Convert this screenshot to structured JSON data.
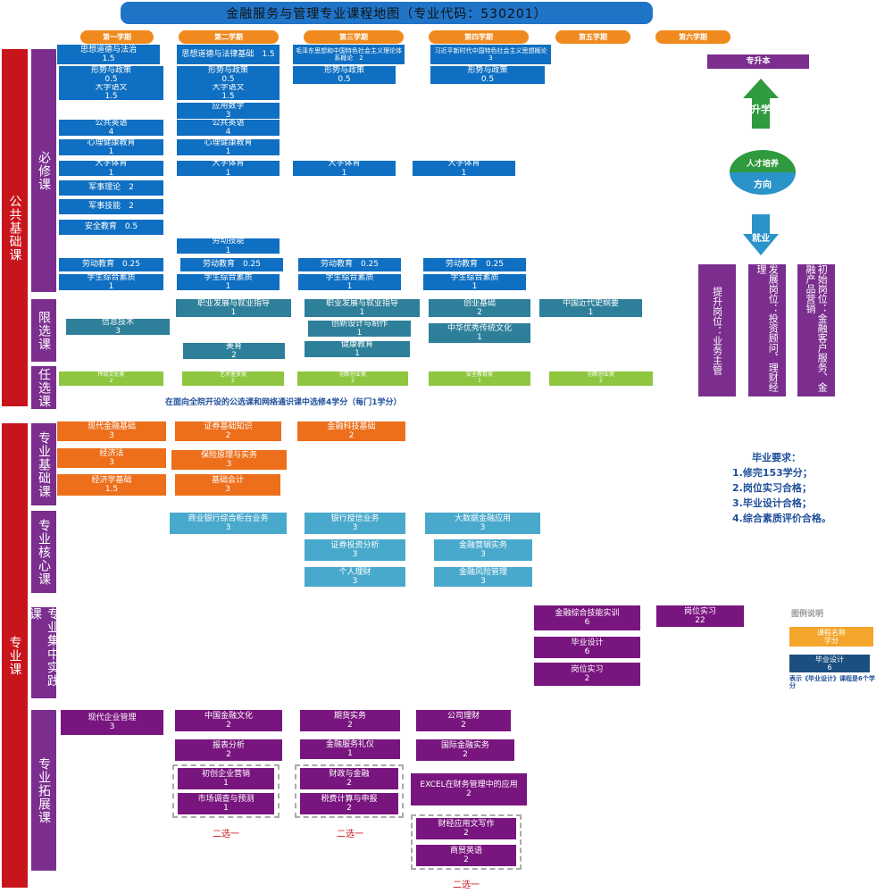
{
  "title": "金融服务与管理专业课程地图（专业代码：530201）",
  "semesters": [
    "第一学期",
    "第二学期",
    "第三学期",
    "第四学期",
    "第五学期",
    "第六学期"
  ],
  "side": {
    "public": "公共基础课",
    "required": "必修课",
    "limited": "限选课",
    "elective": "任选课",
    "major": "专业课",
    "foundation": "专业基础课",
    "core": "专业核心课",
    "practice": "专业集中实践课",
    "extension": "专业拓展课"
  },
  "public_boxes": [
    {
      "t": "思想道德与法治\n1.5"
    },
    {
      "t": "思想道德与法律基础　1.5"
    },
    {
      "t": "毛泽东思想和中国特色社会主义理论体系概论　2"
    },
    {
      "t": "习近平新时代中国特色社会主义思想概论　3"
    },
    {
      "t": "形势与政策\n0.5"
    },
    {
      "t": "形势与政策\n0.5"
    },
    {
      "t": "形势与政策\n0.5"
    },
    {
      "t": "形势与政策\n0.5"
    },
    {
      "t": "大学语文\n1.5"
    },
    {
      "t": "大学语文\n1.5"
    },
    {
      "t": "应用数学\n3"
    },
    {
      "t": "公共英语\n4"
    },
    {
      "t": "公共英语\n4"
    },
    {
      "t": "心理健康教育\n1"
    },
    {
      "t": "心理健康教育\n1"
    },
    {
      "t": "大学体育\n1"
    },
    {
      "t": "大学体育\n1"
    },
    {
      "t": "大学体育\n1"
    },
    {
      "t": "大学体育\n1"
    },
    {
      "t": "军事理论　2"
    },
    {
      "t": "军事技能　2"
    },
    {
      "t": "安全教育　0.5"
    },
    {
      "t": "劳动技能\n1"
    },
    {
      "t": "劳动教育　0.25"
    },
    {
      "t": "劳动教育　0.25"
    },
    {
      "t": "劳动教育　0.25"
    },
    {
      "t": "劳动教育　0.25"
    },
    {
      "t": "学生综合素质\n1"
    },
    {
      "t": "学生综合素质\n1"
    },
    {
      "t": "学生综合素质\n1"
    },
    {
      "t": "学生综合素质\n1"
    }
  ],
  "limited_boxes": [
    {
      "t": "信息技术\n3"
    },
    {
      "t": "职业发展与就业指导\n1"
    },
    {
      "t": "职业发展与就业指导\n1"
    },
    {
      "t": "创业基础\n2"
    },
    {
      "t": "中国近代史纲要\n1"
    },
    {
      "t": "创新设计与制作\n1"
    },
    {
      "t": "中华优秀传统文化\n1"
    },
    {
      "t": "美育\n2"
    },
    {
      "t": "健康教育\n1"
    }
  ],
  "elective_boxes": [
    {
      "t": "传统文化类\n2"
    },
    {
      "t": "艺术鉴赏类\n2"
    },
    {
      "t": "创新创业类\n2"
    },
    {
      "t": "安全教育类\n1"
    },
    {
      "t": "创新创业类\n2"
    }
  ],
  "elective_note": "在面向全院开设的公选课和网络通识课中选修4学分（每门1学分）",
  "foundation_boxes": [
    {
      "t": "现代金融基础\n3"
    },
    {
      "t": "证券基础知识\n2"
    },
    {
      "t": "金融科技基础\n2"
    },
    {
      "t": "经济法\n3"
    },
    {
      "t": "保险原理与实务\n3"
    },
    {
      "t": "经济学基础\n1.5"
    },
    {
      "t": "基础会计\n3"
    }
  ],
  "core_boxes": [
    {
      "t": "商业银行综合柜台业务\n3"
    },
    {
      "t": "银行授信业务\n3"
    },
    {
      "t": "大数据金融应用\n3"
    },
    {
      "t": "证券投资分析\n3"
    },
    {
      "t": "金融营销实务\n3"
    },
    {
      "t": "个人理财\n3"
    },
    {
      "t": "金融风险管理\n3"
    }
  ],
  "practice_boxes": [
    {
      "t": "金融综合技能实训\n6"
    },
    {
      "t": "岗位实习\n22"
    },
    {
      "t": "毕业设计\n6"
    },
    {
      "t": "岗位实习\n2"
    }
  ],
  "extension_boxes": [
    {
      "t": "现代企业管理\n3"
    },
    {
      "t": "中国金融文化\n2"
    },
    {
      "t": "期货实务\n2"
    },
    {
      "t": "公司理财\n2"
    },
    {
      "t": "报表分析\n2"
    },
    {
      "t": "金融服务礼仪\n1"
    },
    {
      "t": "国际金融实务\n2"
    },
    {
      "t": "初创企业营销\n1"
    },
    {
      "t": "财政与金融\n2"
    },
    {
      "t": "EXCEL在财务管理中的应用\n2"
    },
    {
      "t": "市场调查与预测\n1"
    },
    {
      "t": "税费计算与申报\n2"
    },
    {
      "t": "财经应用文写作\n2"
    },
    {
      "t": "商贸英语\n2"
    }
  ],
  "choose_one": "二选一",
  "right": {
    "zhuanshengben": "专升本",
    "shengxue": "升学",
    "rencai": "人才培养",
    "fangxiang": "方向",
    "jiuye": "就业",
    "col1": "提升岗位：业务主管",
    "col2": "发展岗位：投资顾问、理财经理",
    "col3": "初始岗位：金融客户服务、金融产品营销"
  },
  "requirements": {
    "title": "毕业要求：",
    "items": [
      "1.修完153学分；",
      "2.岗位实习合格；",
      "3.毕业设计合格；",
      "4.综合素质评价合格。"
    ]
  },
  "legend": {
    "title": "图例说明",
    "name": "课程名称",
    "credit": "学分",
    "example": "毕业设计\n6",
    "desc": "表示《毕业设计》课程是6个学分"
  },
  "colors": {
    "blue": "#0f6fc2",
    "red": "#c8141b",
    "purple": "#7b2e8e",
    "orange": "#ed6f1b",
    "teal": "#2d7f9a",
    "green": "#8ec73f"
  }
}
